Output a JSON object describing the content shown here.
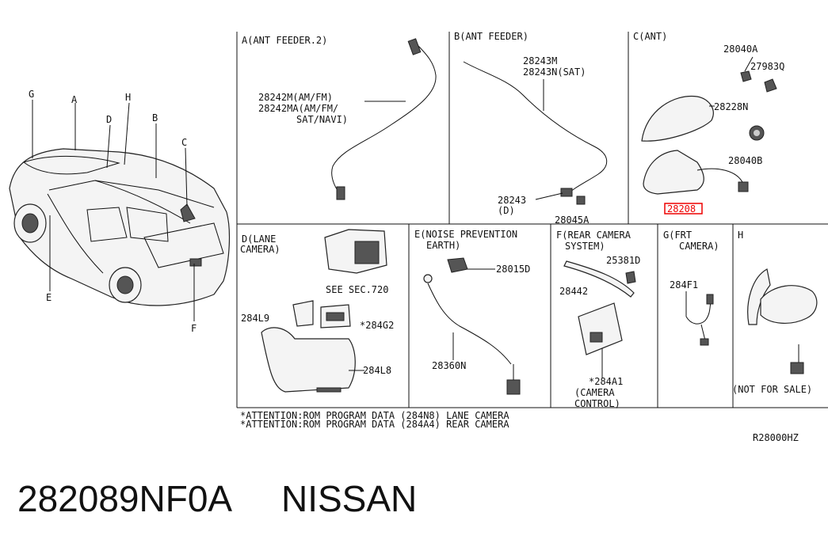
{
  "vehicle_callouts": [
    "G",
    "A",
    "H",
    "D",
    "B",
    "C",
    "E",
    "F"
  ],
  "sections": {
    "A": {
      "title": "A(ANT FEEDER.2)",
      "parts": [
        "28242M(AM/FM)",
        "28242MA(AM/FM/",
        "SAT/NAVI)"
      ]
    },
    "B": {
      "title": "B(ANT FEEDER)",
      "parts": [
        "28243M",
        "28243N(SAT)",
        "28243",
        "(D)",
        "28045A"
      ]
    },
    "C": {
      "title": "C(ANT)",
      "parts": [
        "28040A",
        "27983Q",
        "28228N",
        "28040B",
        "28208"
      ]
    },
    "D": {
      "title": [
        "D(LANE",
        "CAMERA)"
      ],
      "parts": [
        "SEE SEC.720",
        "284L9",
        "*284G2",
        "284L8"
      ]
    },
    "E": {
      "title": [
        "E(NOISE PREVENTION",
        "EARTH)"
      ],
      "parts": [
        "28015D",
        "28360N"
      ]
    },
    "F": {
      "title": [
        "F(REAR CAMERA",
        "SYSTEM)"
      ],
      "parts": [
        "25381D",
        "28442",
        "*284A1",
        "(CAMERA",
        "CONTROL)"
      ]
    },
    "G": {
      "title": [
        "G(FRT",
        "CAMERA)"
      ],
      "parts": [
        "284F1"
      ]
    },
    "H": {
      "title": "H",
      "parts": [
        "(NOT FOR SALE)"
      ]
    }
  },
  "attention": [
    "*ATTENTION:ROM PROGRAM DATA (284N8) LANE CAMERA",
    "*ATTENTION:ROM PROGRAM DATA (284A4) REAR CAMERA"
  ],
  "diagram_code": "R28000HZ",
  "footer": {
    "part_number": "282089NF0A",
    "brand": "NISSAN"
  }
}
